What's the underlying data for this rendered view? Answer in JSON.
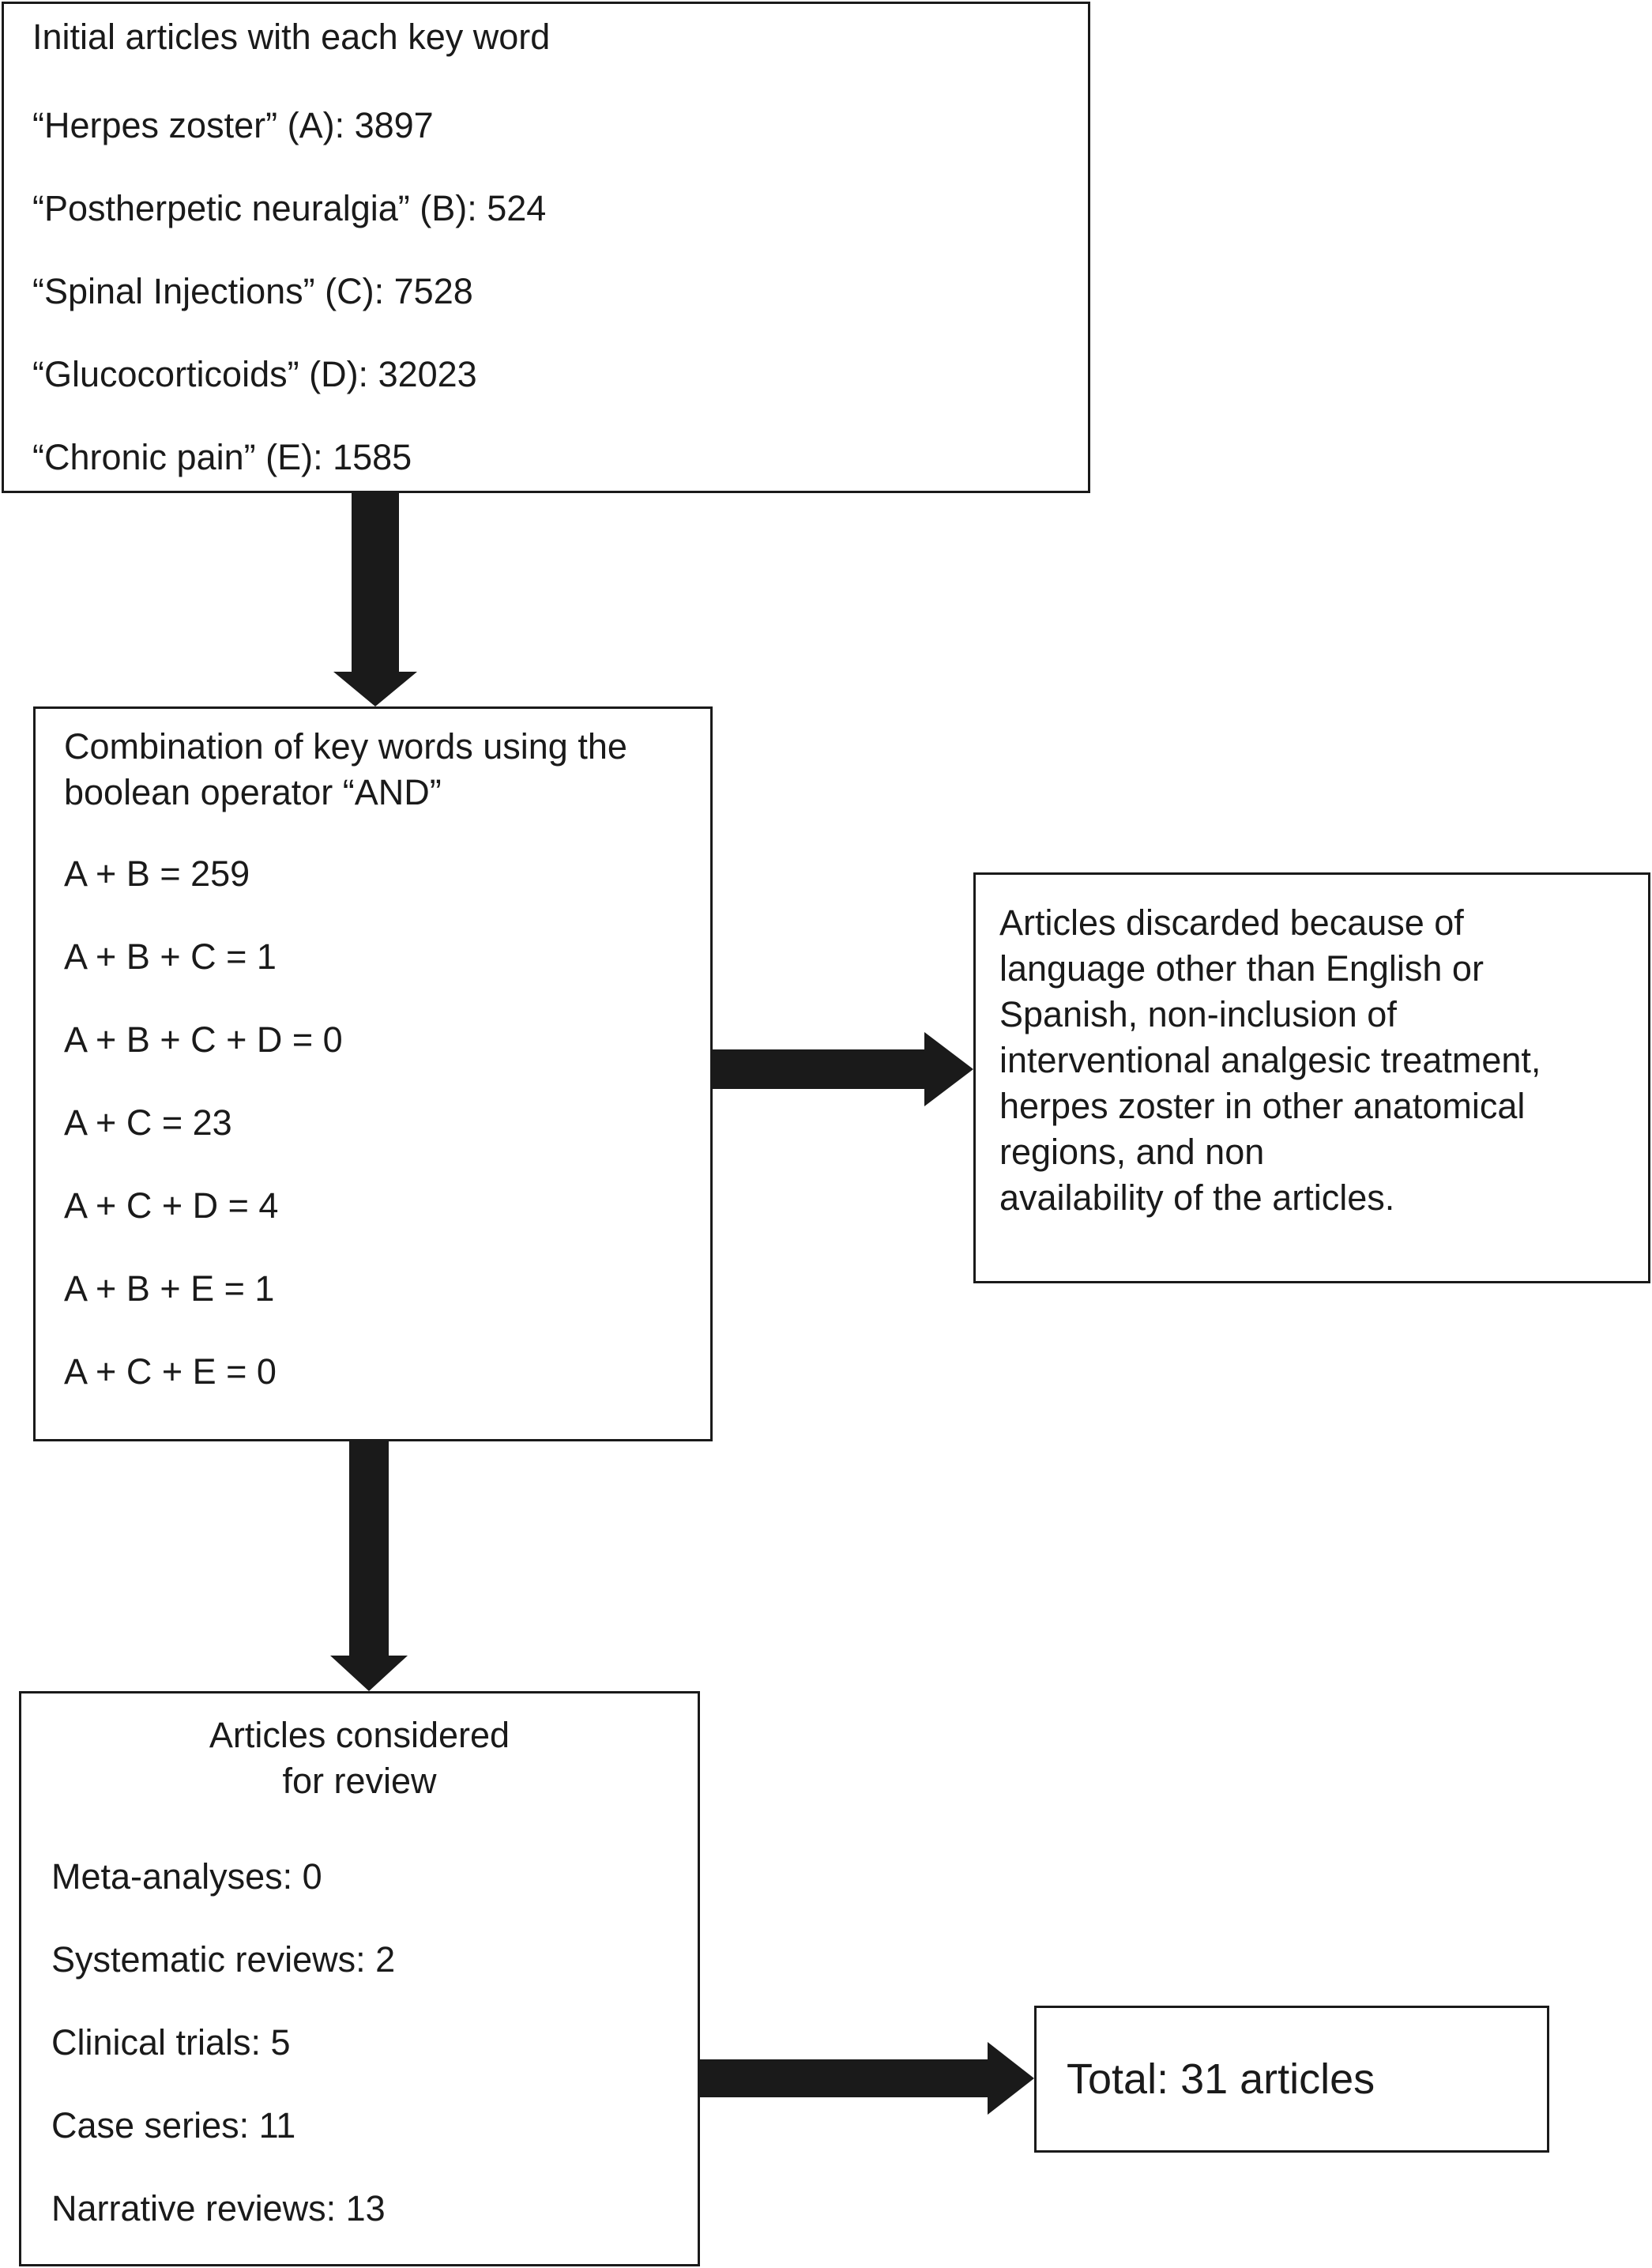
{
  "initial": {
    "title": "Initial articles with each key word",
    "items": [
      "“Herpes zoster” (A): 3897",
      "“Postherpetic neuralgia” (B): 524",
      "“Spinal Injections” (C): 7528",
      "“Glucocorticoids” (D): 32023",
      "“Chronic pain” (E): 1585"
    ]
  },
  "combination": {
    "title_line1": "Combination of key words using the",
    "title_line2": "boolean operator “AND”",
    "items": [
      "A + B = 259",
      "A + B + C = 1",
      "A + B + C + D = 0",
      "A + C = 23",
      "A + C + D = 4",
      "A + B + E = 1",
      "A + C + E = 0"
    ]
  },
  "discarded": {
    "text": "Articles discarded because of\nlanguage other than English or\nSpanish, non-inclusion of\ninterventional analgesic treatment,\nherpes zoster in other anatomical\nregions, and non\navailability of the articles."
  },
  "considered": {
    "title": "Articles considered\nfor review",
    "items": [
      "Meta-analyses: 0",
      "Systematic reviews: 2",
      "Clinical trials: 5",
      "Case series: 11",
      "Narrative reviews: 13"
    ]
  },
  "total": {
    "text": "Total: 31 articles"
  },
  "colors": {
    "stroke": "#1a1a1a",
    "background": "#ffffff"
  }
}
